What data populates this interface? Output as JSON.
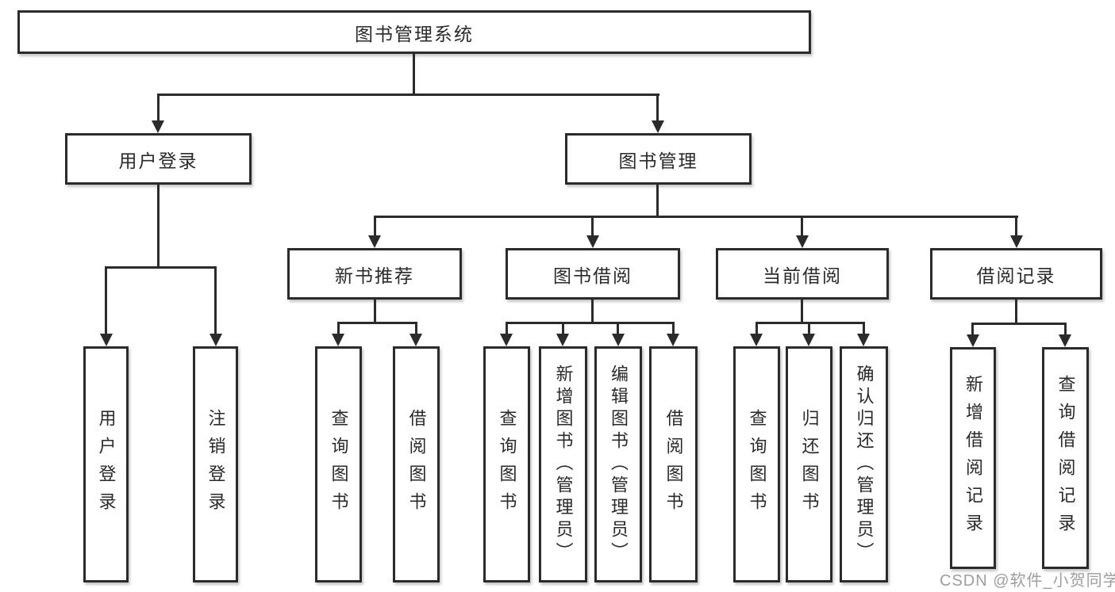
{
  "diagram": {
    "root": {
      "label": "图书管理系统"
    },
    "branches": [
      {
        "label": "用户登录",
        "children": [
          {
            "label": "用户登录"
          },
          {
            "label": "注销登录"
          }
        ]
      },
      {
        "label": "图书管理",
        "children": [
          {
            "label": "新书推荐",
            "children": [
              {
                "label": "查询图书"
              },
              {
                "label": "借阅图书"
              }
            ]
          },
          {
            "label": "图书借阅",
            "children": [
              {
                "label": "查询图书"
              },
              {
                "label": "新增图书（管理员）"
              },
              {
                "label": "编辑图书（管理员）"
              },
              {
                "label": "借阅图书"
              }
            ]
          },
          {
            "label": "当前借阅",
            "children": [
              {
                "label": "查询图书"
              },
              {
                "label": "归还图书"
              },
              {
                "label": "确认归还（管理员）"
              }
            ]
          },
          {
            "label": "借阅记录",
            "children": [
              {
                "label": "新增借阅记录"
              },
              {
                "label": "查询借阅记录"
              }
            ]
          }
        ]
      }
    ]
  },
  "watermark": {
    "text": "CSDN @软件_小贺同学"
  },
  "colors": {
    "line": "#2b2b2b",
    "text": "#2a2a2a",
    "watermark": "#9e9e9e",
    "background": "#ffffff"
  }
}
